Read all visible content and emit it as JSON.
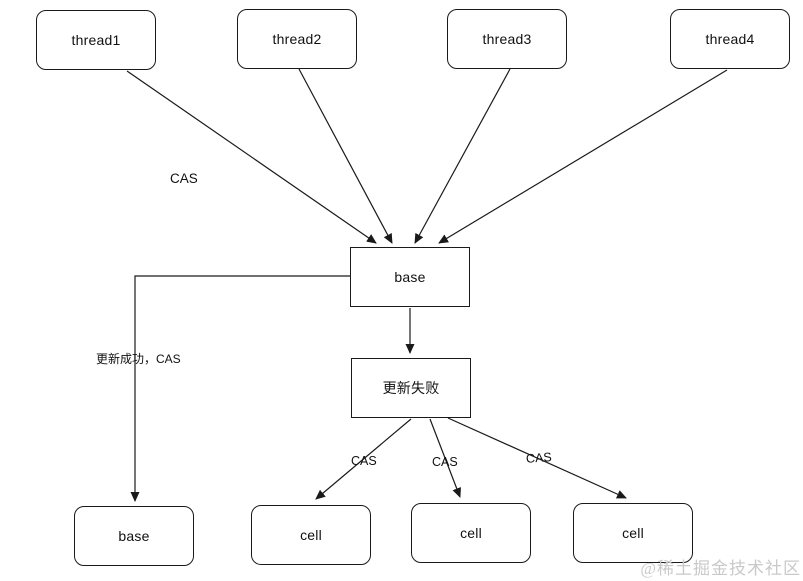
{
  "diagram": {
    "title_hint": "LongAdder base/cell CAS update flow",
    "nodes": {
      "thread1": {
        "label": "thread1"
      },
      "thread2": {
        "label": "thread2"
      },
      "thread3": {
        "label": "thread3"
      },
      "thread4": {
        "label": "thread4"
      },
      "base_center": {
        "label": "base"
      },
      "update_fail": {
        "label": "更新失败"
      },
      "base_bottom": {
        "label": "base"
      },
      "cell1": {
        "label": "cell"
      },
      "cell2": {
        "label": "cell"
      },
      "cell3": {
        "label": "cell"
      }
    },
    "edge_labels": {
      "cas_main": "CAS",
      "success": "更新成功，CAS",
      "cas_cell1": "CAS",
      "cas_cell2": "CAS",
      "cas_cell3": "CAS"
    },
    "edges": [
      {
        "from": "thread1",
        "to": "base_center"
      },
      {
        "from": "thread2",
        "to": "base_center"
      },
      {
        "from": "thread3",
        "to": "base_center"
      },
      {
        "from": "thread4",
        "to": "base_center"
      },
      {
        "from": "base_center",
        "to": "update_fail"
      },
      {
        "from": "base_center",
        "to": "base_bottom",
        "label": "更新成功，CAS"
      },
      {
        "from": "update_fail",
        "to": "cell1",
        "label": "CAS"
      },
      {
        "from": "update_fail",
        "to": "cell2",
        "label": "CAS"
      },
      {
        "from": "update_fail",
        "to": "cell3",
        "label": "CAS"
      }
    ],
    "watermark": "@稀土掘金技术社区",
    "colors": {
      "stroke": "#1a1a1a",
      "background": "#ffffff",
      "watermark": "#c9c9c9"
    }
  }
}
